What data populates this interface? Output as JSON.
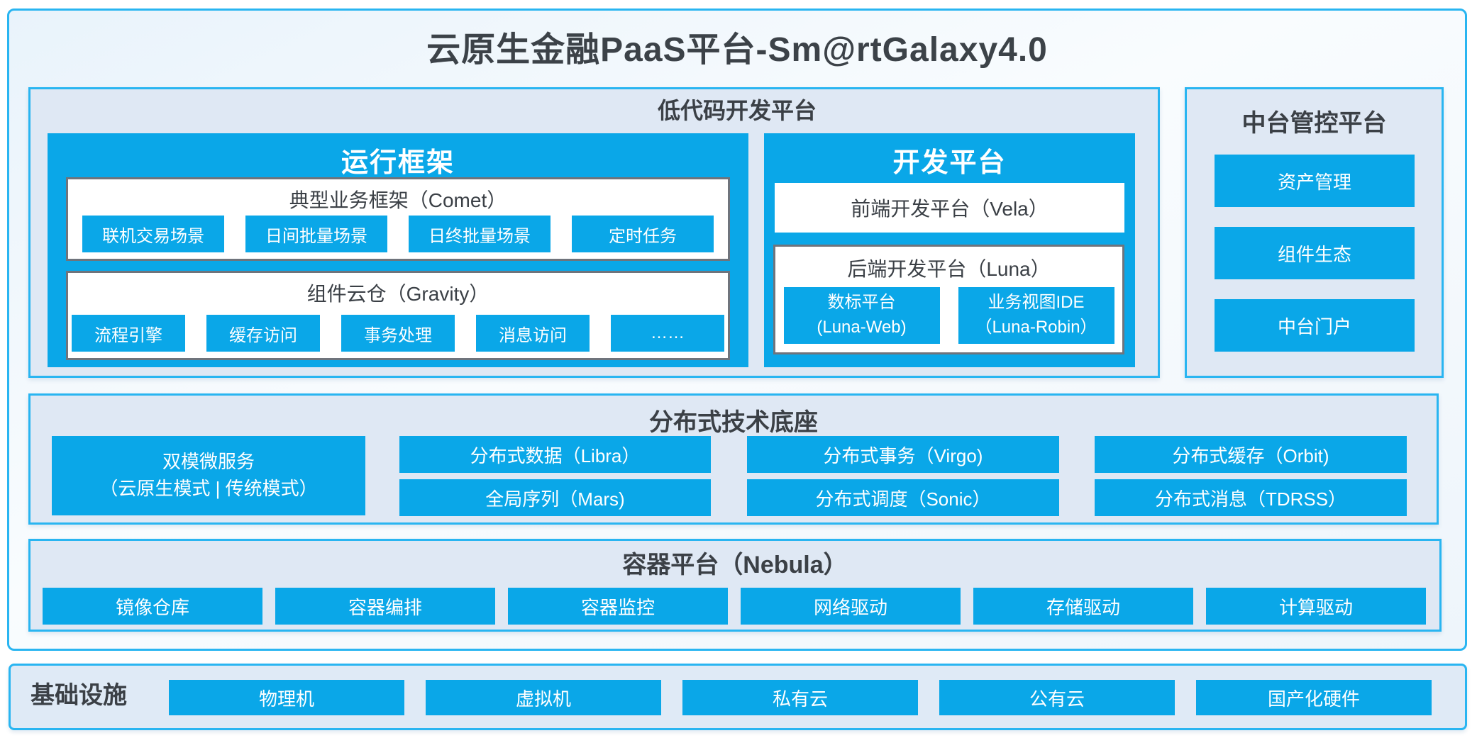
{
  "title": "云原生金融PaaS平台-Sm@rtGalaxy4.0",
  "colors": {
    "accent_blue": "#0AA7E8",
    "border_cyan": "#29B5F1",
    "panel_bg": "#DFE8F4",
    "gray_border": "#6F747C",
    "dark_text": "#3B4046"
  },
  "lowcode": {
    "label": "低代码开发平台",
    "runtime": {
      "title": "运行框架",
      "comet": {
        "heading": "典型业务框架（Comet）",
        "items": [
          "联机交易场景",
          "日间批量场景",
          "日终批量场景",
          "定时任务"
        ]
      },
      "gravity": {
        "heading": "组件云仓（Gravity）",
        "items": [
          "流程引擎",
          "缓存访问",
          "事务处理",
          "消息访问",
          "……"
        ]
      }
    },
    "dev": {
      "title": "开发平台",
      "vela": "前端开发平台（Vela）",
      "luna": {
        "heading": "后端开发平台（Luna）",
        "items": [
          {
            "line1": "数标平台",
            "line2": "(Luna-Web)"
          },
          {
            "line1": "业务视图IDE",
            "line2": "（Luna-Robin）"
          }
        ]
      }
    }
  },
  "mgmt": {
    "title": "中台管控平台",
    "items": [
      "资产管理",
      "组件生态",
      "中台门户"
    ]
  },
  "dist": {
    "title": "分布式技术底座",
    "dual": {
      "line1": "双模微服务",
      "line2": "（云原生模式 | 传统模式）"
    },
    "grid": [
      "分布式数据（Libra）",
      "全局序列（Mars)",
      "分布式事务（Virgo)",
      "分布式调度（Sonic）",
      "分布式缓存（Orbit)",
      "分布式消息（TDRSS）"
    ]
  },
  "container": {
    "title": "容器平台（Nebula）",
    "items": [
      "镜像仓库",
      "容器编排",
      "容器监控",
      "网络驱动",
      "存储驱动",
      "计算驱动"
    ]
  },
  "infra": {
    "label": "基础设施",
    "items": [
      "物理机",
      "虚拟机",
      "私有云",
      "公有云",
      "国产化硬件"
    ]
  }
}
